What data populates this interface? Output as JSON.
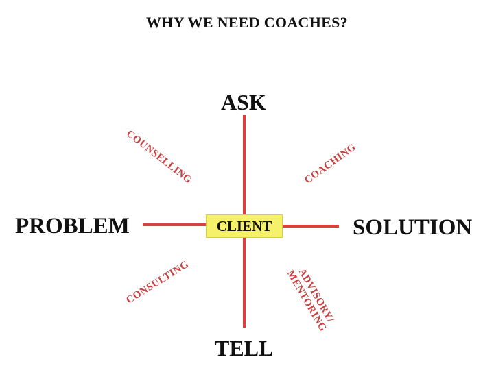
{
  "title": "WHY WE NEED COACHES?",
  "poles": {
    "top": "ASK",
    "bottom": "TELL",
    "left": "PROBLEM",
    "right": "SOLUTION"
  },
  "center": "CLIENT",
  "quadrants": {
    "top_left": "COUNSELLING",
    "top_right": "COACHING",
    "bottom_left": "CONSULTING",
    "bottom_right_line1": "ADVISORY/",
    "bottom_right_line2": "MENTORING"
  },
  "colors": {
    "axis": "#d9413e",
    "quadrant_text": "#c8403f",
    "center_fill": "#f6f16a"
  }
}
